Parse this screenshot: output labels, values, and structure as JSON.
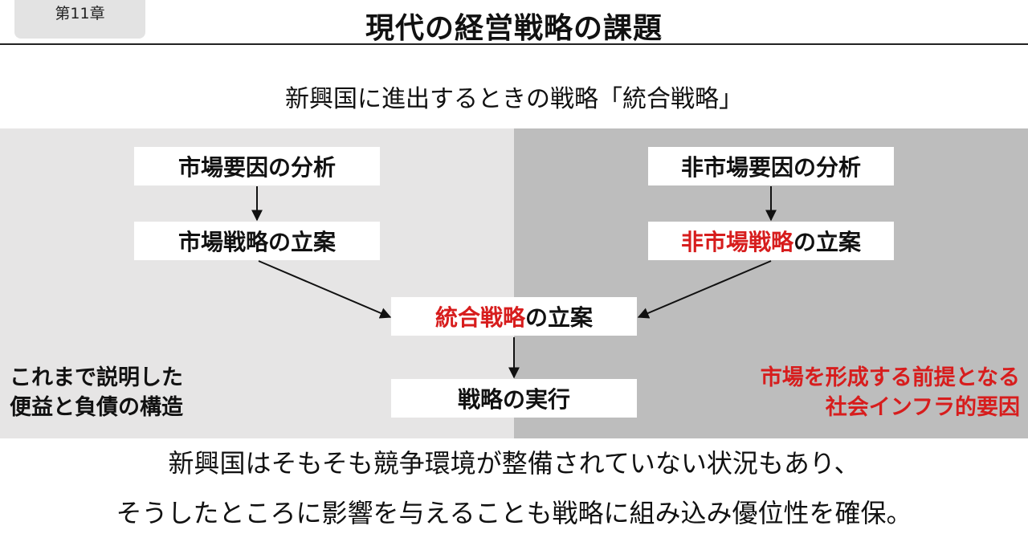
{
  "header": {
    "chapter": "第11章",
    "title": "現代の経営戦略の課題"
  },
  "subtitle": "新興国に進出するときの戦略「統合戦略」",
  "left_column": {
    "box1": "市場要因の分析",
    "box2": "市場戦略の立案",
    "note_lines": [
      "これまで説明した",
      "便益と負債の構造"
    ]
  },
  "right_column": {
    "box1": "非市場要因の分析",
    "box2_highlight": "非市場戦略",
    "box2_rest": "の立案",
    "note_lines": [
      "市場を形成する前提となる",
      "社会インフラ的要因"
    ]
  },
  "center": {
    "integrated_highlight": "統合戦略",
    "integrated_rest": "の立案",
    "execution": "戦略の実行"
  },
  "footer": {
    "line1": "新興国はそもそも競争環境が整備されていない状況もあり、",
    "line2": "そうしたところに影響を与えることも戦略に組み込み優位性を確保。"
  },
  "colors": {
    "accent_red": "#d71d1d",
    "left_panel": "#e6e5e5",
    "right_panel": "#bdbdbd"
  }
}
